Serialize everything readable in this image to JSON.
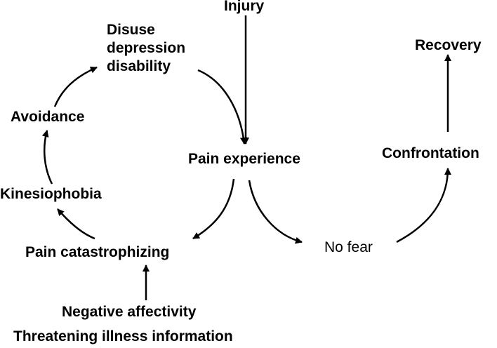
{
  "diagram": {
    "nodes": {
      "injury": "Injury",
      "disuse": [
        "Disuse",
        "depression",
        "disability"
      ],
      "recovery": "Recovery",
      "avoidance": "Avoidance",
      "pain_experience": "Pain experience",
      "confrontation": "Confrontation",
      "kinesiophobia": "Kinesiophobia",
      "pain_catastrophizing": "Pain catastrophizing",
      "no_fear": "No fear",
      "negative_affectivity": "Negative affectivity",
      "threatening_illness_information": "Threatening illness information"
    },
    "edges": [
      {
        "from": "Injury",
        "to": "Pain experience"
      },
      {
        "from": "Pain experience",
        "to": "Pain catastrophizing"
      },
      {
        "from": "Pain experience",
        "to": "No fear"
      },
      {
        "from": "Pain catastrophizing",
        "to": "Kinesiophobia"
      },
      {
        "from": "Kinesiophobia",
        "to": "Avoidance"
      },
      {
        "from": "Avoidance",
        "to": "Disuse depression disability"
      },
      {
        "from": "Disuse depression disability",
        "to": "Pain experience"
      },
      {
        "from": "Negative affectivity",
        "to": "Pain catastrophizing"
      },
      {
        "from": "No fear",
        "to": "Confrontation"
      },
      {
        "from": "Confrontation",
        "to": "Recovery"
      }
    ],
    "colors": {
      "text": "#000000",
      "arrow": "#000000",
      "background": "#ffffff"
    }
  }
}
